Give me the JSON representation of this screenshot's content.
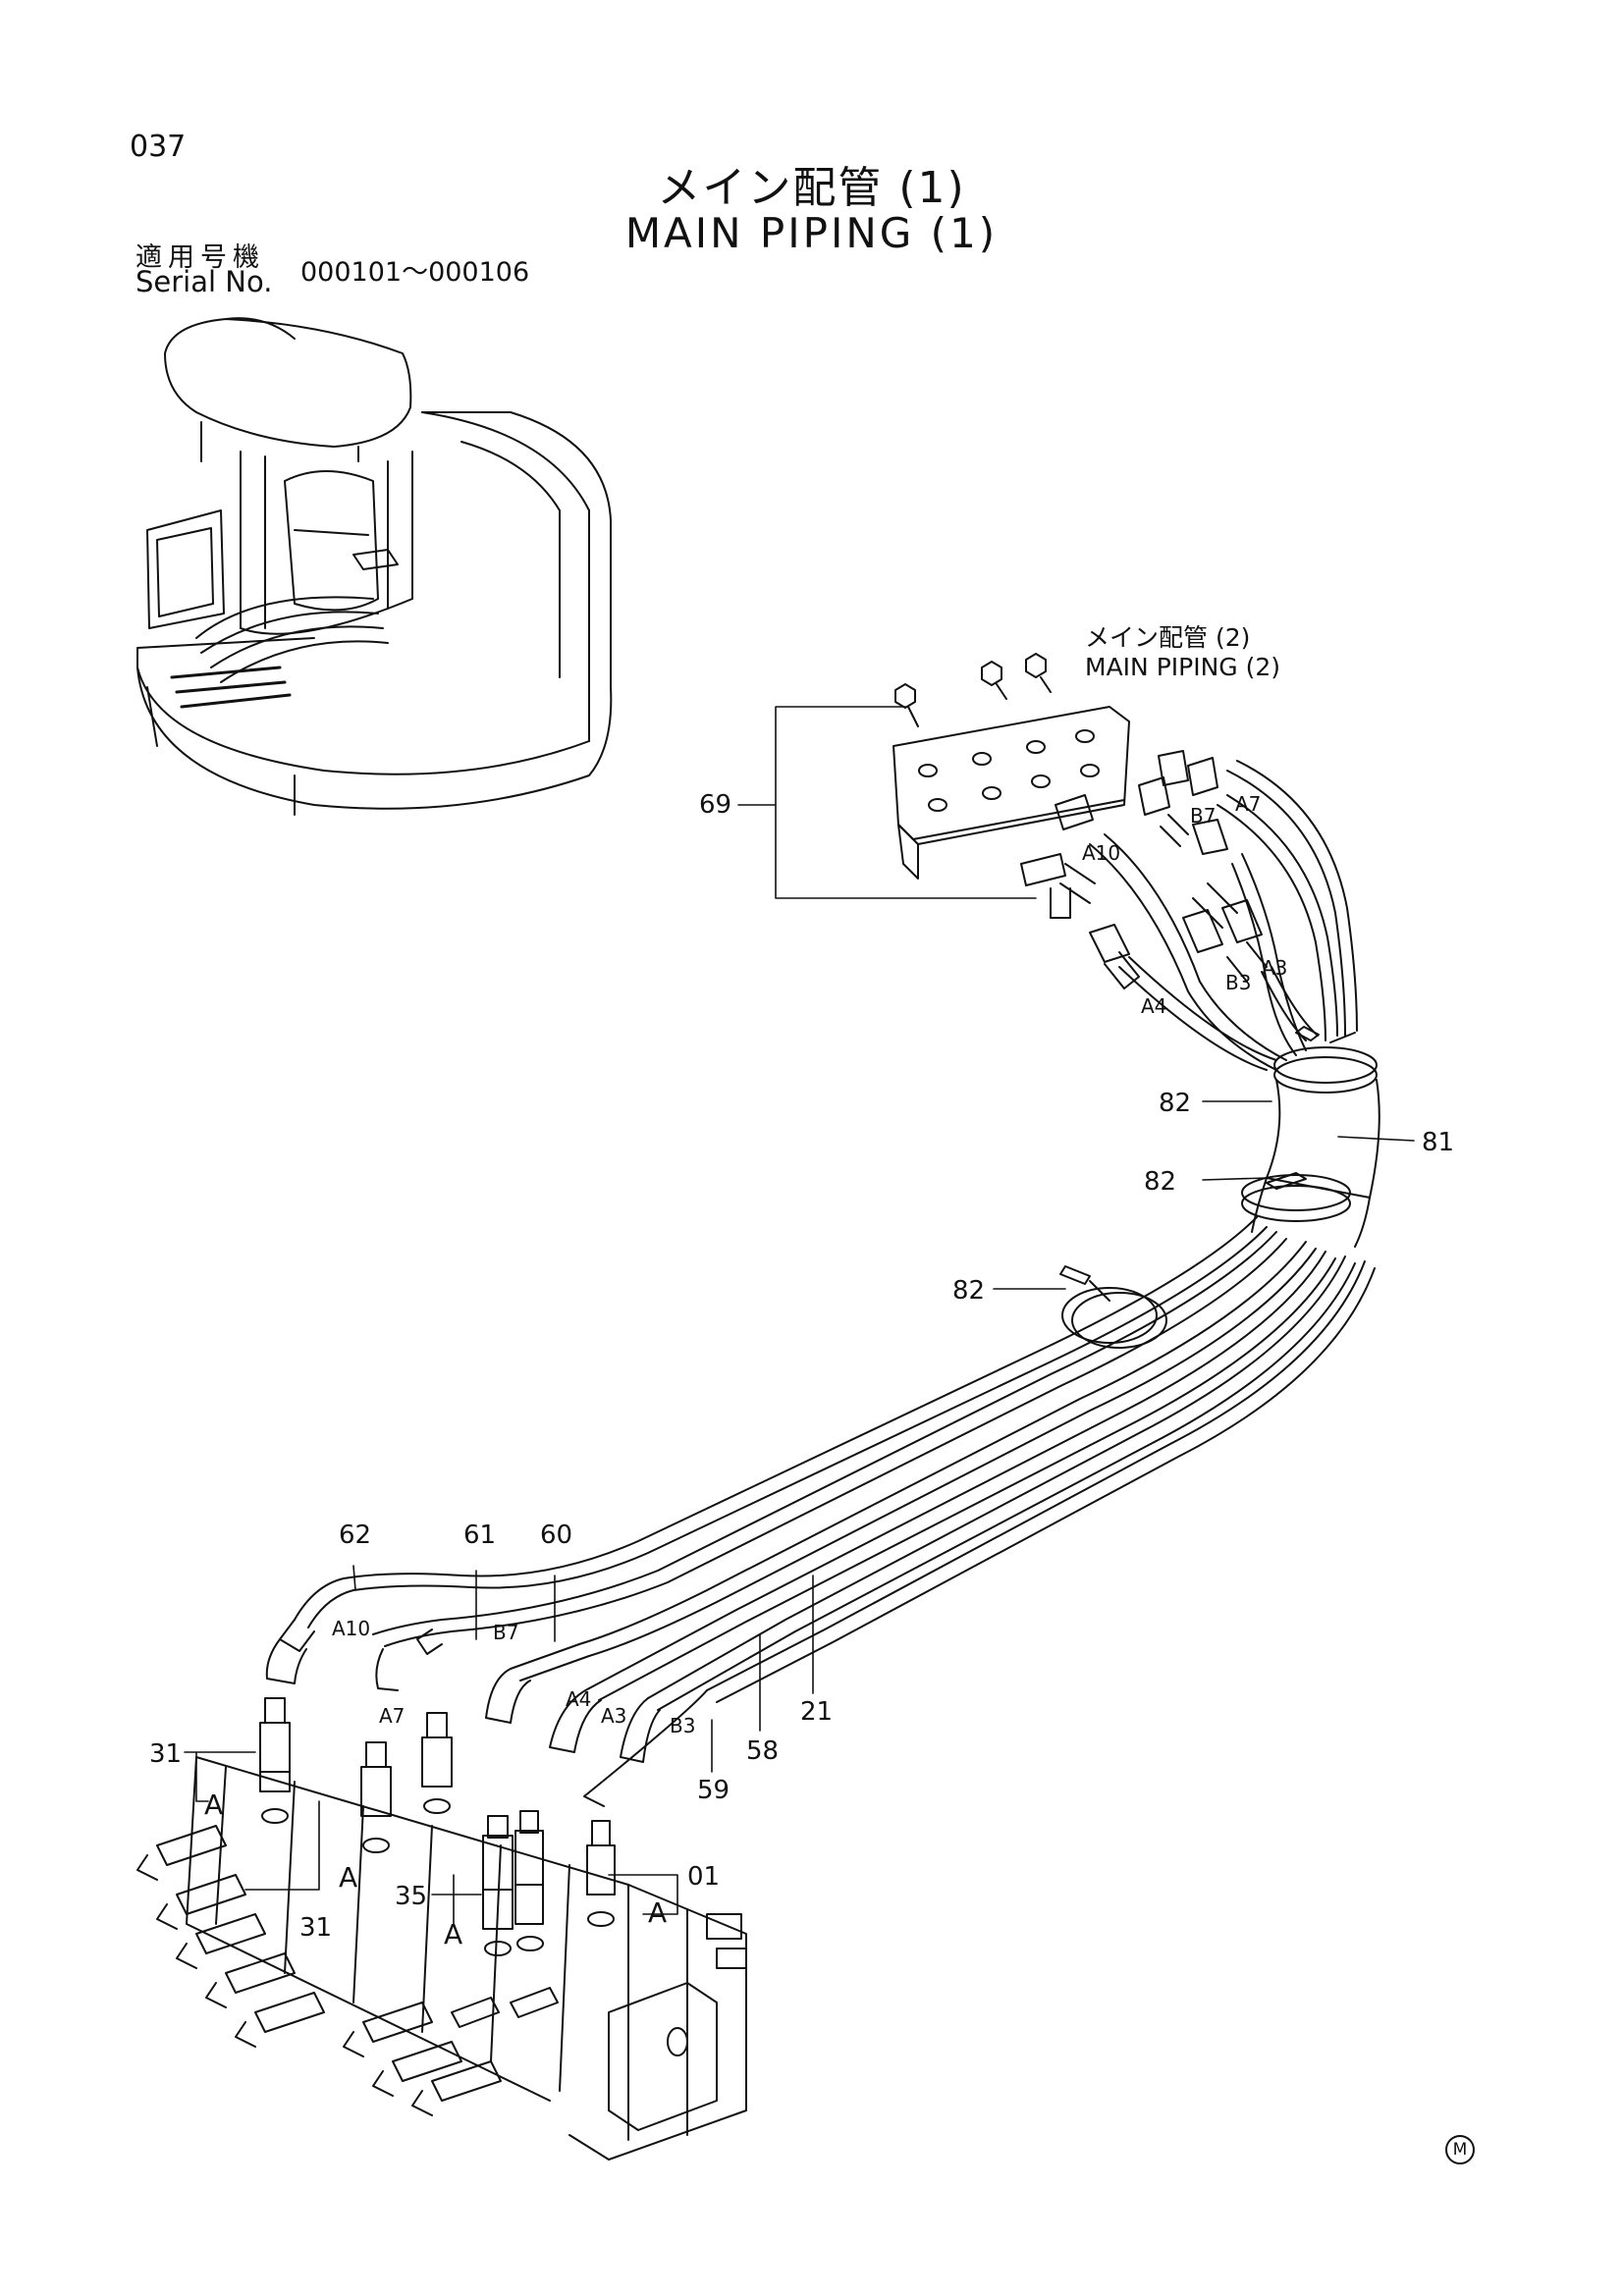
{
  "header": {
    "page_number": "037",
    "title_jp": "メイン配管 (1)",
    "title_en": "MAIN PIPING (1)",
    "serial_label_jp": "適用号機",
    "serial_label_en": "Serial No.",
    "serial_range": "000101～000106"
  },
  "reference_note": {
    "jp": "メイン配管 (2)",
    "en": "MAIN PIPING (2)"
  },
  "callouts": {
    "c69": "69",
    "c82a": "82",
    "c81": "81",
    "c82b": "82",
    "c82c": "82",
    "c62": "62",
    "c61": "61",
    "c60": "60",
    "c21": "21",
    "c58": "58",
    "c59": "59",
    "c31a": "31",
    "c31b": "31",
    "c35": "35",
    "c01": "01"
  },
  "port_labels": {
    "b7_top": "B7",
    "a7_top": "A7",
    "a10_top": "A10",
    "a3_top": "A3",
    "b3_top": "B3",
    "a4_top": "A4",
    "a10_bot": "A10",
    "b7_bot": "B7",
    "a7_bot": "A7",
    "a4_bot": "A4",
    "a3_bot": "A3",
    "b3_bot": "B3"
  },
  "view_markers": {
    "a1": "A",
    "a2": "A",
    "a3": "A",
    "a4": "A"
  },
  "footer": {
    "mark": "M"
  }
}
